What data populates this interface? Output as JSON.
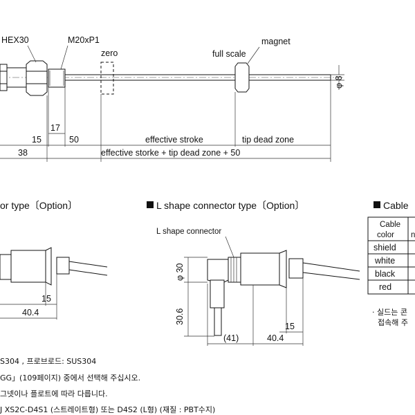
{
  "top_view": {
    "labels": {
      "hex": "HEX30",
      "thread": "M20xP1",
      "zero": "zero",
      "full_scale": "full scale",
      "magnet": "magnet",
      "diameter": "φ 8"
    },
    "dimensions": {
      "d17": "17",
      "d15": "15",
      "d50": "50",
      "d38": "38",
      "effective_stroke": "effective stroke",
      "tip_dead_zone": "tip dead zone",
      "total": "effective storke + tip dead zone + 50"
    }
  },
  "left_section": {
    "title": "or type〔Option〕",
    "d15": "15",
    "d40_4": "40.4"
  },
  "l_section": {
    "title": "L shape connector type〔Option〕",
    "connector_label": "L shape connector",
    "d_phi30": "φ 30",
    "d30_6": "30.6",
    "d15": "15",
    "d41": "(41)",
    "d40_4": "40.4"
  },
  "cable_section": {
    "title": "Cable",
    "header": [
      "Cable",
      "color",
      "n"
    ],
    "rows": [
      "shield",
      "white",
      "black",
      "red"
    ],
    "notes": [
      "· 실드는 콘",
      "접속해 주"
    ]
  },
  "footer_notes": [
    "S304 , 프로브로드: SUS304",
    "GG」(109페이지) 중에서 선택해 주십시오.",
    "그넷이나 플로트에 따라 다릅니다.",
    "J XS2C-D4S1 (스트레이트형) 또는 D4S2 (L형) (재질 : PBT수지)"
  ]
}
